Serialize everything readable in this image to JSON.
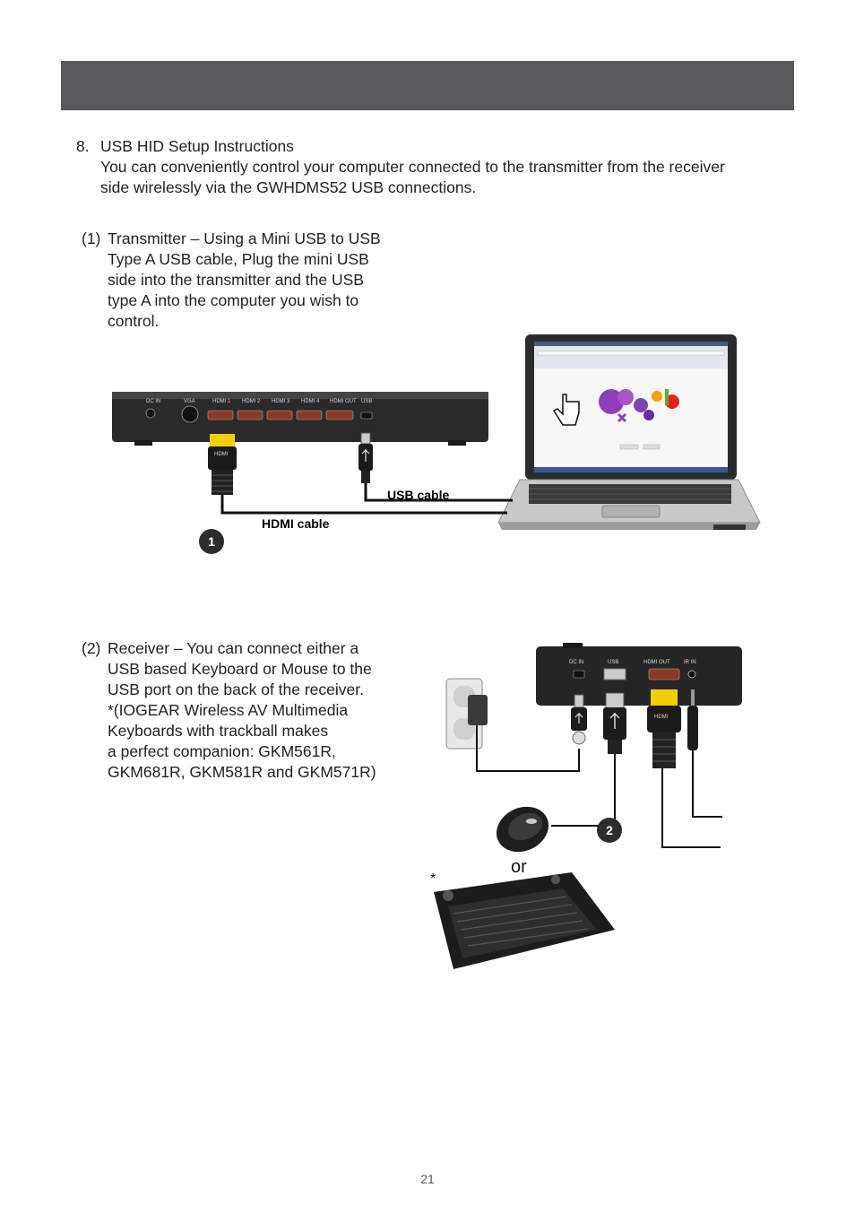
{
  "section": {
    "number": "8.",
    "title": "USB HID Setup Instructions",
    "intro_line1": "You can conveniently control your computer connected to the transmitter from the receiver",
    "intro_line2": "side wirelessly via the GWHDMS52 USB connections."
  },
  "step1": {
    "marker": "(1)",
    "lines": [
      "Transmitter – Using a Mini USB to USB",
      "Type A USB cable, Plug the mini USB",
      "side into the transmitter and the USB",
      "type A into the computer you wish to",
      "control."
    ]
  },
  "step2": {
    "marker": "(2)",
    "lines": [
      "Receiver – You can connect either a",
      "USB based Keyboard or Mouse to the",
      "USB port on the back of the receiver.",
      "*(IOGEAR Wireless AV Multimedia",
      "Keyboards with trackball makes",
      "a perfect companion: GKM561R,",
      "GKM681R, GKM581R and GKM571R)"
    ]
  },
  "diagram1": {
    "usb_cable_label": "USB cable",
    "hdmi_cable_label": "HDMI cable",
    "badge": "1",
    "ports": [
      "DC IN",
      "VGA",
      "HDMI 1",
      "HDMI 2",
      "HDMI 3",
      "HDMI 4",
      "HDMI OUT",
      "USB"
    ],
    "plug_label": "HDMI"
  },
  "diagram2": {
    "badge": "2",
    "or_label": "or",
    "asterisk": "*",
    "ports": [
      "DC IN",
      "USB",
      "HDMI OUT",
      "IR IN"
    ],
    "plug_label": "HDMI"
  },
  "footer": {
    "page_number": "21"
  }
}
